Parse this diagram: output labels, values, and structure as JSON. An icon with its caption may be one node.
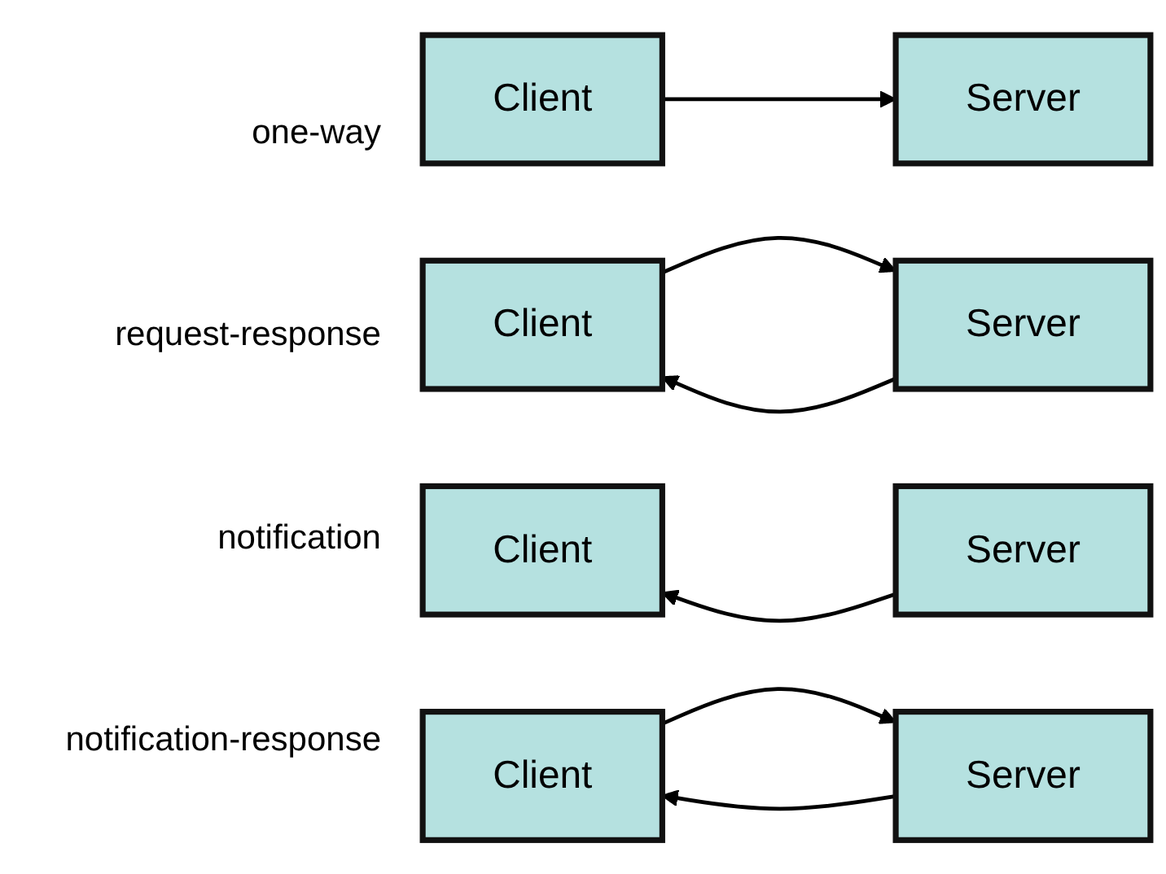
{
  "diagram": {
    "nodes": [
      {
        "text": [
          "Client"
        ]
      },
      {
        "text": [
          "Server"
        ]
      },
      {
        "text": [
          "Client"
        ]
      },
      {
        "text": [
          "Server"
        ]
      },
      {
        "text": [
          "Client"
        ]
      },
      {
        "text": [
          "Server"
        ]
      },
      {
        "text": [
          "Client"
        ]
      },
      {
        "text": [
          "Server"
        ]
      }
    ],
    "edges": [
      {
        "from": 0,
        "to": 1,
        "arrow": "to"
      },
      {
        "from": 2,
        "to": 3,
        "arrow": "to"
      },
      {
        "from": 3,
        "to": 2,
        "arrow": "to"
      },
      {
        "from": 5,
        "to": 4,
        "arrow": "to"
      },
      {
        "from": 7,
        "to": 6,
        "arrow": "to"
      },
      {
        "from": 6,
        "to": 7,
        "arrow": "to"
      }
    ],
    "labels": [
      "one-way",
      "request-response",
      "notification",
      "notification-response"
    ]
  }
}
